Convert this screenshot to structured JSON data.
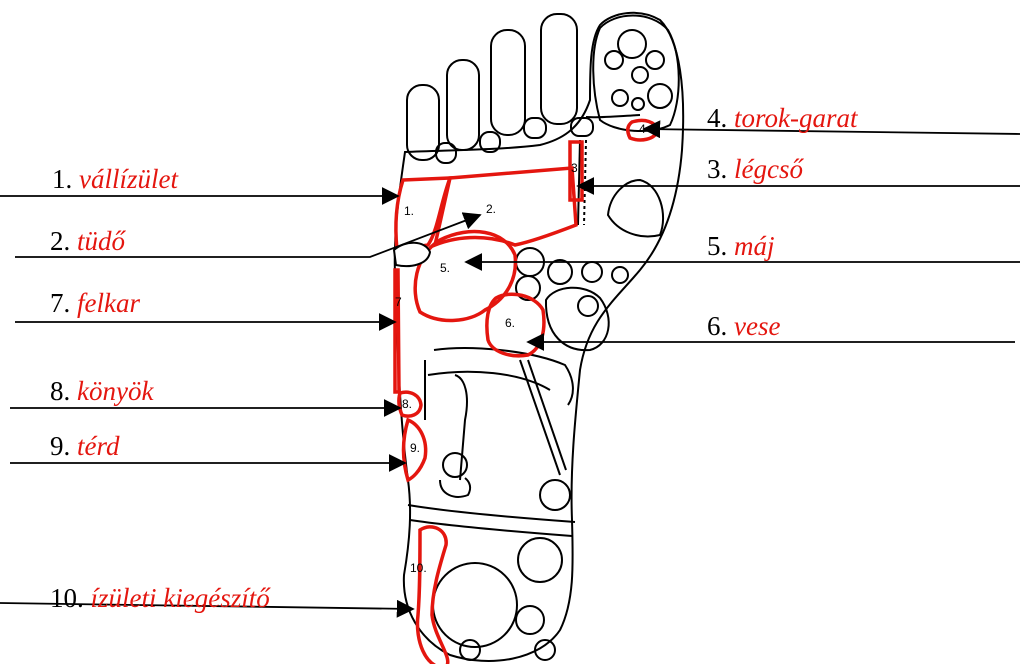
{
  "colors": {
    "outline": "#000000",
    "highlight": "#e4160f",
    "arrow": "#000000"
  },
  "labels": [
    {
      "num": "1.",
      "text": "vállízület"
    },
    {
      "num": "2.",
      "text": "tüdő"
    },
    {
      "num": "3.",
      "text": "légcső"
    },
    {
      "num": "4.",
      "text": "torok-garat"
    },
    {
      "num": "5.",
      "text": "máj"
    },
    {
      "num": "6.",
      "text": "vese"
    },
    {
      "num": "7.",
      "text": "felkar"
    },
    {
      "num": "8.",
      "text": "könyök"
    },
    {
      "num": "9.",
      "text": "térd"
    },
    {
      "num": "10.",
      "text": "ízületi kiegészítő"
    }
  ],
  "zone_numbers": {
    "z1": "1.",
    "z2": "2.",
    "z3": "3",
    "z4": "4",
    "z5": "5.",
    "z6": "6.",
    "z7": "7",
    "z8": "8.",
    "z9": "9.",
    "z10": "10."
  }
}
